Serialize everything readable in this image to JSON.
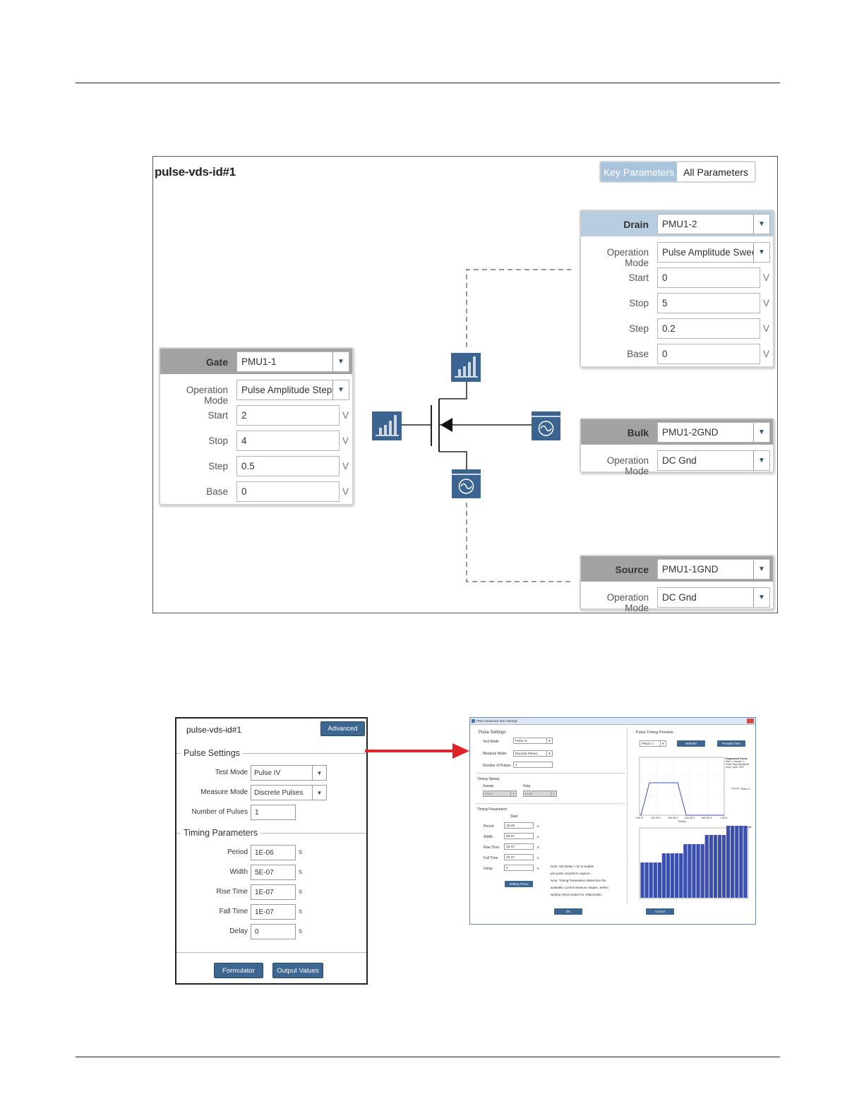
{
  "top": {
    "title": "pulse-vds-id#1",
    "tabs": {
      "key": "Key Parameters",
      "all": "All Parameters"
    },
    "labels": {
      "operation_mode": "Operation Mode",
      "start": "Start",
      "stop": "Stop",
      "step": "Step",
      "base": "Base",
      "unit": "V"
    },
    "gate": {
      "header": "Gate",
      "instrument": "PMU1-1",
      "mode": "Pulse Amplitude Step",
      "start": "2",
      "stop": "4",
      "step": "0.5",
      "base": "0"
    },
    "drain": {
      "header": "Drain",
      "instrument": "PMU1-2",
      "mode": "Pulse Amplitude Sweep",
      "start": "0",
      "stop": "5",
      "step": "0.2",
      "base": "0"
    },
    "bulk": {
      "header": "Bulk",
      "instrument": "PMU1-2GND",
      "mode": "DC Gnd"
    },
    "source": {
      "header": "Source",
      "instrument": "PMU1-1GND",
      "mode": "DC Gnd"
    }
  },
  "dialog": {
    "title": "pulse-vds-id#1",
    "advanced": "Advanced",
    "pulse_settings": "Pulse Settings",
    "test_mode_label": "Test Mode",
    "test_mode": "Pulse IV",
    "measure_mode_label": "Measure Mode",
    "measure_mode": "Discrete Pulses",
    "num_pulses_label": "Number of Pulses",
    "num_pulses": "1",
    "timing_parameters": "Timing Parameters",
    "period_label": "Period",
    "period": "1E-06",
    "width_label": "Width",
    "width": "5E-07",
    "rise_label": "Rise Time",
    "rise": "1E-07",
    "fall_label": "Fall Time",
    "fall": "1E-07",
    "delay_label": "Delay",
    "delay": "0",
    "unit": "s",
    "formulator": "Formulator",
    "output_values": "Output Values"
  },
  "advanced_window": {
    "title": "PMU Advanced Test Settings",
    "pulse_settings": "Pulse Settings",
    "test_mode_label": "Test Mode",
    "test_mode": "Pulse IV",
    "measure_mode_label": "Measure Mode",
    "measure_mode": "Discrete Pulses",
    "num_pulses_label": "Number of Pulses",
    "num_pulses": "1",
    "timing_sweep": "Timing Sweep",
    "sweep_label": "Sweep",
    "sweep": "None",
    "step_label": "Step",
    "step": "None",
    "timing_parameters": "Timing Parameters",
    "start_col": "Start",
    "period_label": "Period",
    "period": "1E-06",
    "width_label": "Width",
    "width": "5E-07",
    "rise_label": "Rise Time",
    "rise": "1E-07",
    "fall_label": "Fall Time",
    "fall": "1E-07",
    "delay_label": "Delay",
    "delay": "0",
    "unit": "s",
    "setting_times": "Setting Times",
    "note1": "Note: Set Delay > 0s to enable",
    "note2": "pre-pulse waveform capture.",
    "note3": "Note: Timing Parameters determine the",
    "note4": "available current measure ranges. Select",
    "note5": "Setting Times button for relationship.",
    "preview_title": "Pulse Timing Preview",
    "preview_select": "PMU1-1",
    "refresh": "Refresh",
    "preview_test": "Preview Test",
    "expanded_pulse": "Expanded Pulse",
    "legend_line1": "Stat: 1, Sweep: 1",
    "legend_line2": "Pulse Step Amplitude",
    "legend_line3": "Duty Cycle: 50%",
    "legend_series": "PMU1-1",
    "entire_test": "Entire Test",
    "x_ticks": [
      "0.0E+0",
      "200.0E-9",
      "400.0E-9",
      "600.0E-9",
      "800.0E-9",
      "1.0E-6"
    ],
    "x_label": "Time(s)",
    "ok": "OK",
    "cancel": "Cancel"
  }
}
